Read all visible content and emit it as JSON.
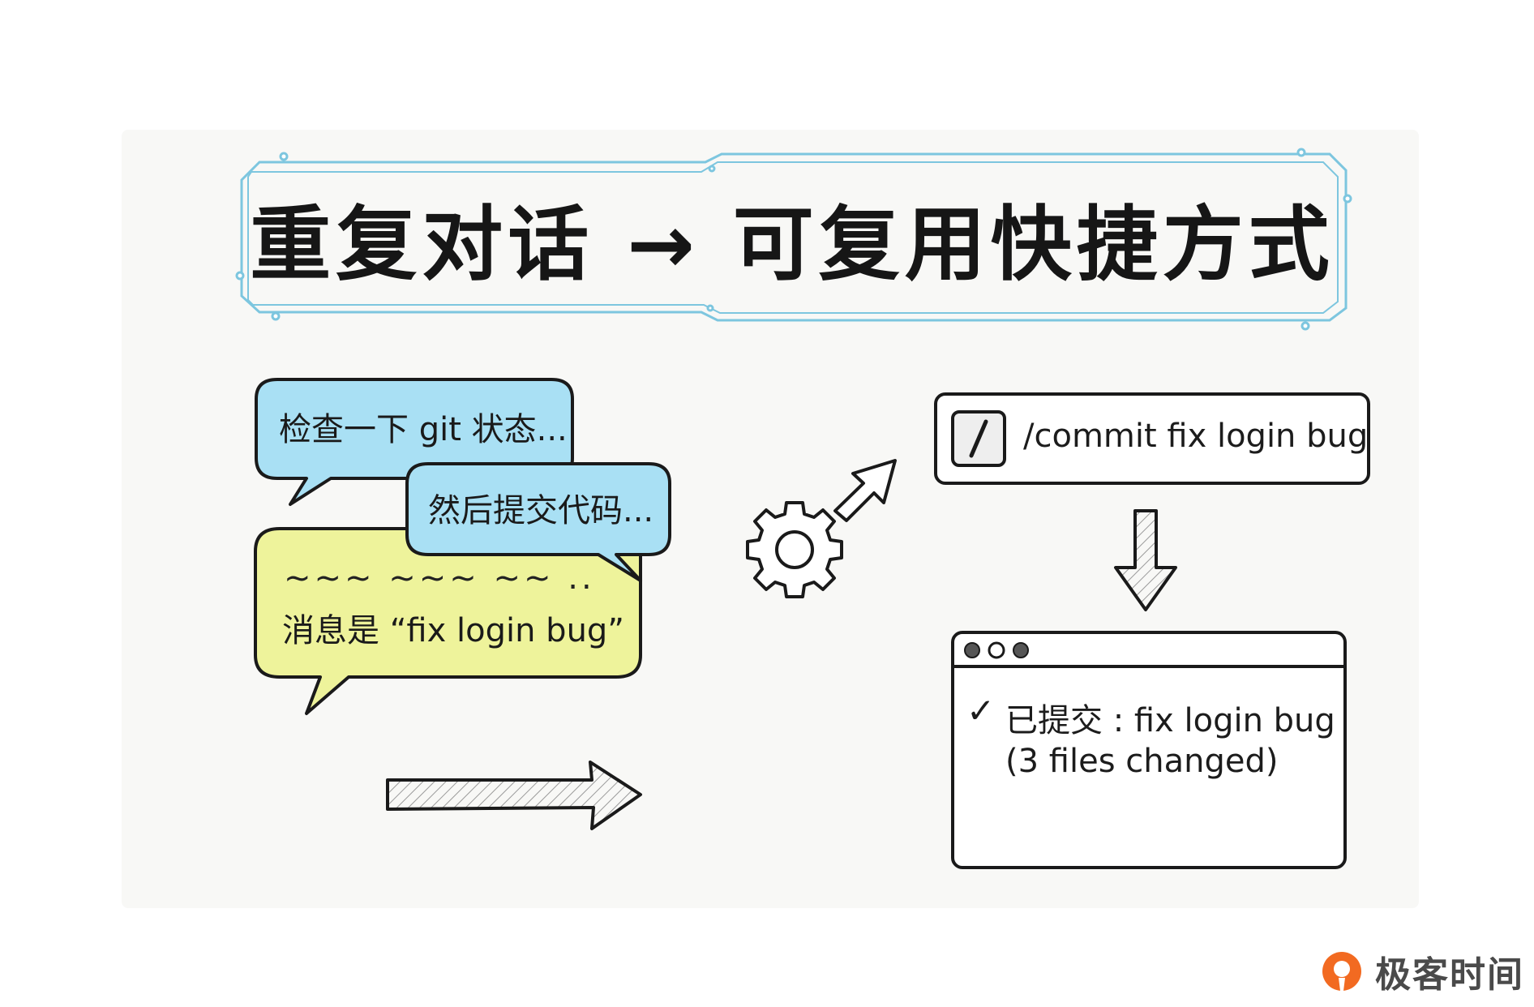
{
  "title": "重复对话 → 可复用快捷方式",
  "conversation": {
    "bubble_1": "检查一下 git 状态...",
    "bubble_2": "然后提交代码...",
    "bubble_3_scribble": "~~~ ~~~ ~~ ..",
    "bubble_3": "消息是 “fix login bug”"
  },
  "command": {
    "icon": "slash-icon",
    "text": "/commit fix login bug"
  },
  "result_window": {
    "check_icon": "check-icon",
    "line_1": "已提交 : fix login bug",
    "line_2": "(3 files changed)"
  },
  "brand": {
    "name": "极客时间",
    "logo_color": "#f26a21"
  },
  "colors": {
    "title_frame": "#7dc6df",
    "bubble_blue": "#a9e0f4",
    "bubble_yellow": "#eef39b",
    "window_dot": "#555555"
  }
}
